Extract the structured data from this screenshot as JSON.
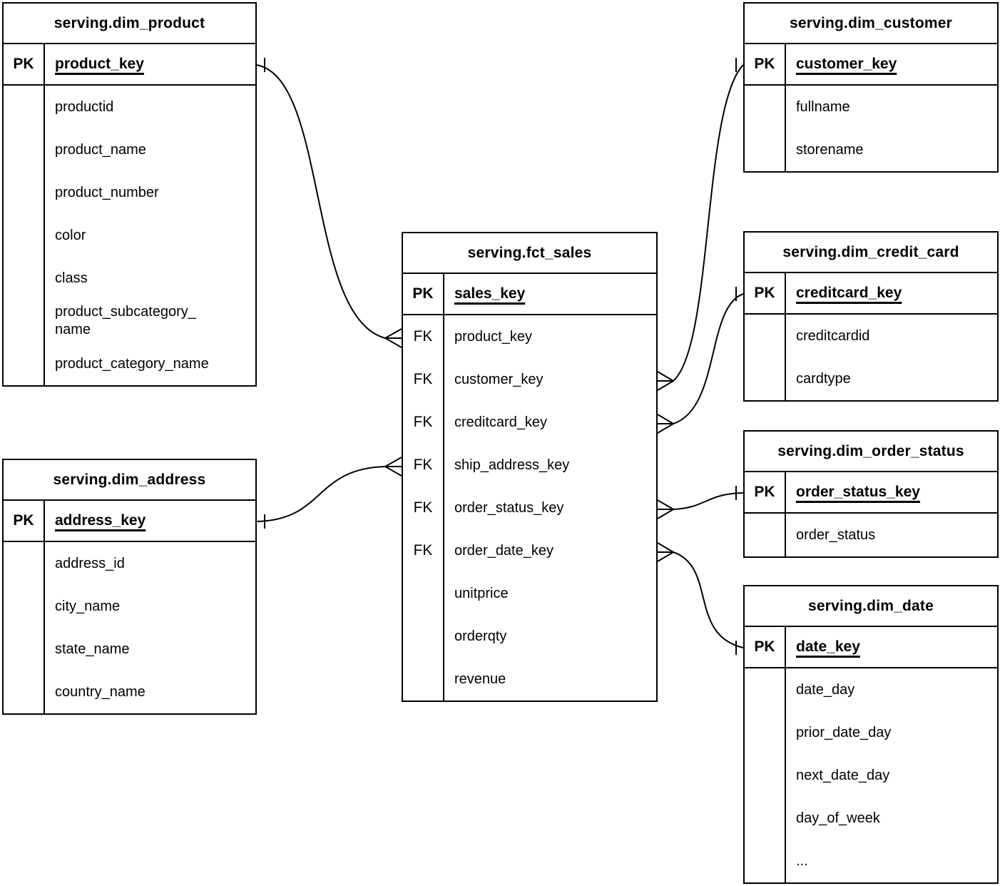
{
  "diagram_type": "entity-relationship",
  "notation": "crows-foot",
  "colors": {
    "line": "#000000",
    "text": "#000000",
    "background": "#ffffff"
  },
  "tables": {
    "dim_product": {
      "title": "serving.dim_product",
      "pk": {
        "label": "PK",
        "name": "product_key"
      },
      "fields": [
        {
          "label": "",
          "name": "productid"
        },
        {
          "label": "",
          "name": "product_name"
        },
        {
          "label": "",
          "name": "product_number"
        },
        {
          "label": "",
          "name": "color"
        },
        {
          "label": "",
          "name": "class"
        },
        {
          "label": "",
          "name": "product_subcategory_\nname"
        },
        {
          "label": "",
          "name": "product_category_name"
        }
      ]
    },
    "dim_address": {
      "title": "serving.dim_address",
      "pk": {
        "label": "PK",
        "name": "address_key"
      },
      "fields": [
        {
          "label": "",
          "name": "address_id"
        },
        {
          "label": "",
          "name": "city_name"
        },
        {
          "label": "",
          "name": "state_name"
        },
        {
          "label": "",
          "name": "country_name"
        }
      ]
    },
    "fct_sales": {
      "title": "serving.fct_sales",
      "pk": {
        "label": "PK",
        "name": "sales_key"
      },
      "fields": [
        {
          "label": "FK",
          "name": "product_key"
        },
        {
          "label": "FK",
          "name": "customer_key"
        },
        {
          "label": "FK",
          "name": "creditcard_key"
        },
        {
          "label": "FK",
          "name": "ship_address_key"
        },
        {
          "label": "FK",
          "name": "order_status_key"
        },
        {
          "label": "FK",
          "name": "order_date_key"
        },
        {
          "label": "",
          "name": "unitprice"
        },
        {
          "label": "",
          "name": "orderqty"
        },
        {
          "label": "",
          "name": "revenue"
        }
      ]
    },
    "dim_customer": {
      "title": "serving.dim_customer",
      "pk": {
        "label": "PK",
        "name": "customer_key"
      },
      "fields": [
        {
          "label": "",
          "name": "fullname"
        },
        {
          "label": "",
          "name": "storename"
        }
      ]
    },
    "dim_credit_card": {
      "title": "serving.dim_credit_card",
      "pk": {
        "label": "PK",
        "name": "creditcard_key"
      },
      "fields": [
        {
          "label": "",
          "name": "creditcardid"
        },
        {
          "label": "",
          "name": "cardtype"
        }
      ]
    },
    "dim_order_status": {
      "title": "serving.dim_order_status",
      "pk": {
        "label": "PK",
        "name": "order_status_key"
      },
      "fields": [
        {
          "label": "",
          "name": "order_status"
        }
      ]
    },
    "dim_date": {
      "title": "serving.dim_date",
      "pk": {
        "label": "PK",
        "name": "date_key"
      },
      "fields": [
        {
          "label": "",
          "name": "date_day"
        },
        {
          "label": "",
          "name": "prior_date_day"
        },
        {
          "label": "",
          "name": "next_date_day"
        },
        {
          "label": "",
          "name": "day_of_week"
        },
        {
          "label": "",
          "name": "..."
        }
      ]
    }
  },
  "relationships": [
    {
      "one_end": "serving.dim_product.product_key",
      "many_end": "serving.fct_sales.product_key"
    },
    {
      "one_end": "serving.dim_address.address_key",
      "many_end": "serving.fct_sales.ship_address_key"
    },
    {
      "one_end": "serving.dim_customer.customer_key",
      "many_end": "serving.fct_sales.customer_key"
    },
    {
      "one_end": "serving.dim_credit_card.creditcard_key",
      "many_end": "serving.fct_sales.creditcard_key"
    },
    {
      "one_end": "serving.dim_order_status.order_status_key",
      "many_end": "serving.fct_sales.order_status_key"
    },
    {
      "one_end": "serving.dim_date.date_key",
      "many_end": "serving.fct_sales.order_date_key"
    }
  ]
}
